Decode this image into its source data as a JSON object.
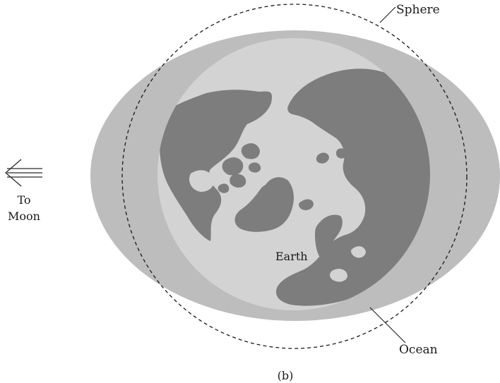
{
  "labels": {
    "sphere": "Sphere",
    "ocean": "Ocean",
    "earth": "Earth",
    "to": "To",
    "moon": "Moon",
    "caption": "(b)"
  },
  "colors": {
    "background": "#ffffff",
    "ocean_bulge": "#bdbdbd",
    "earth_ocean": "#d3d3d3",
    "land": "#7d7d7d",
    "sphere_outline": "#1a1a1a",
    "arrow": "#2a2a2a",
    "text": "#1a1a1a"
  },
  "icons": {
    "arrow": "arrow-left-icon"
  }
}
